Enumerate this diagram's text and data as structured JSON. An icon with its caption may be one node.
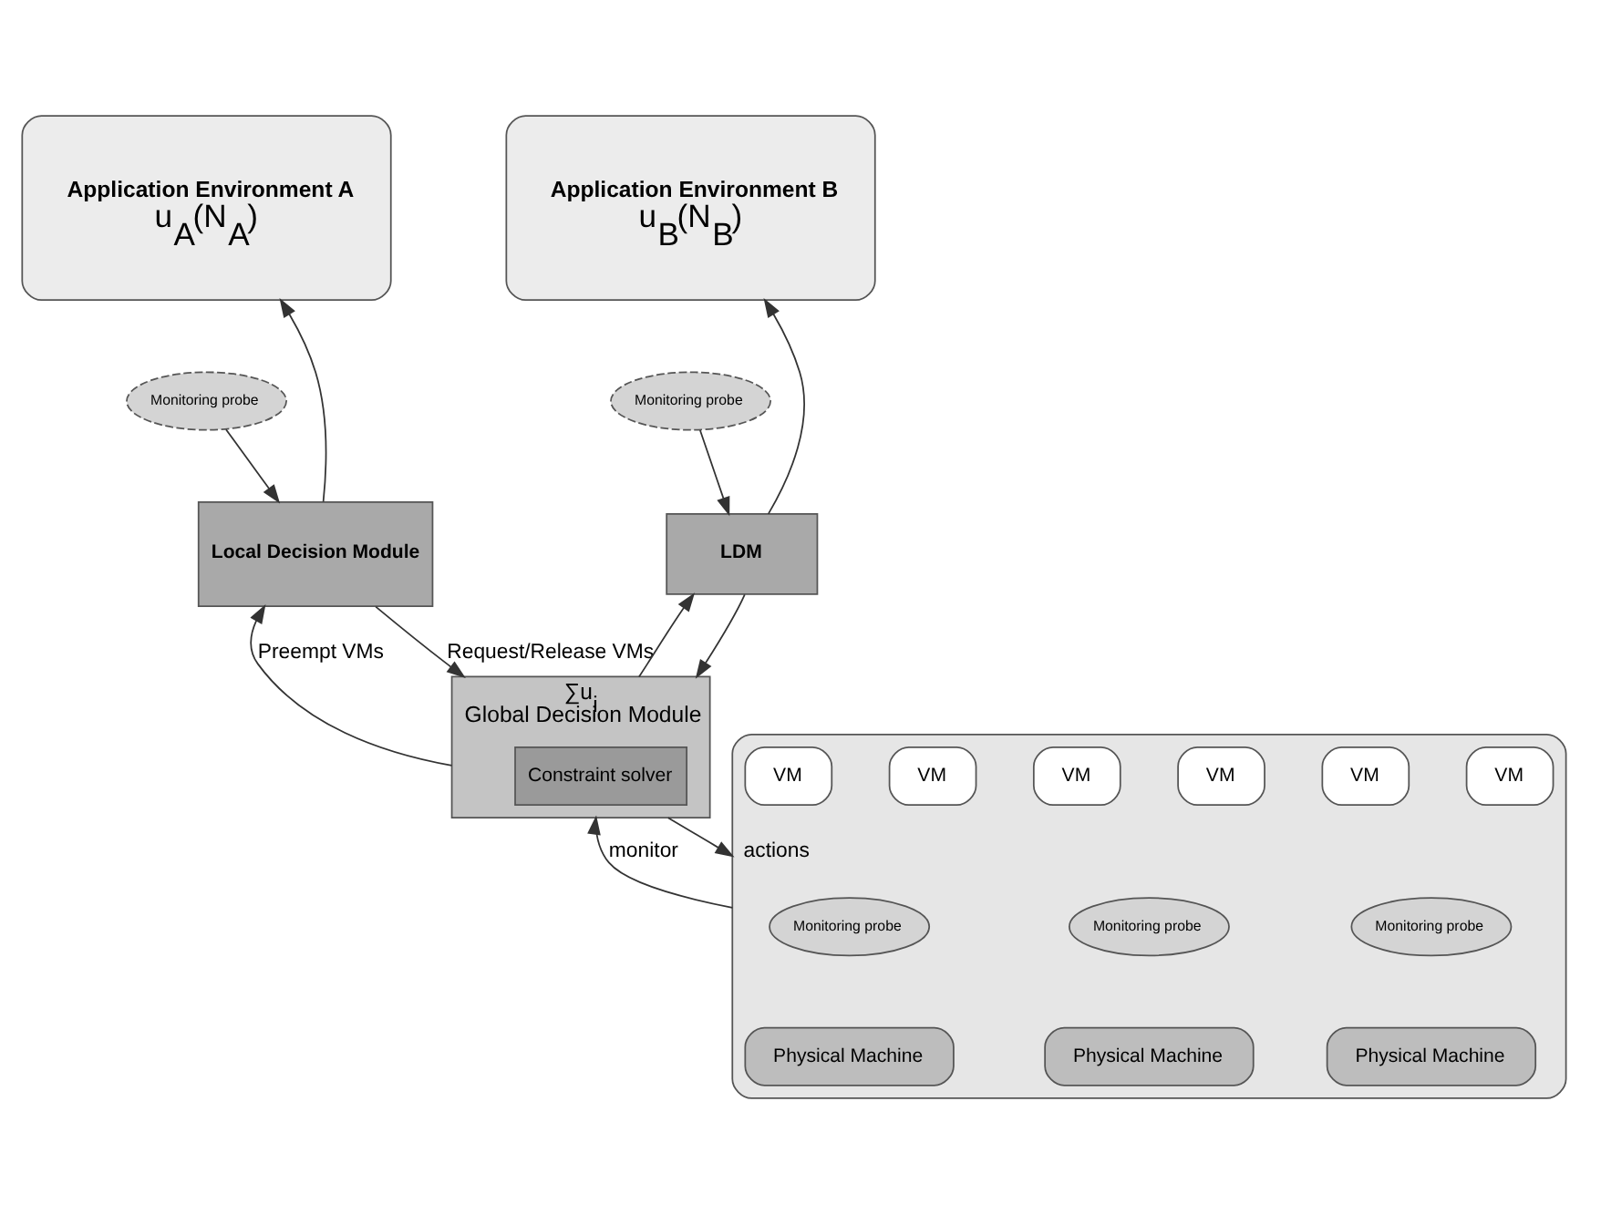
{
  "diagram": {
    "nodes": [
      {
        "text": [
          "Application Environment A",
          "u$_{A}$(N$_{A}$)"
        ]
      },
      {
        "text": [
          "Monitoring probe"
        ]
      },
      {
        "text": [
          "Local Decision Module"
        ]
      },
      {
        "text": [
          "Application Environment B",
          "u$_{B}$(N$_{B}$)"
        ]
      },
      {
        "text": [
          "Monitoring probe"
        ]
      },
      {
        "text": [
          "LDM"
        ]
      },
      {
        "text": [
          "Global Decision Module"
        ],
        "beside": [
          "∑u$_{i}$"
        ]
      },
      {
        "text": [
          "Constraint solver"
        ],
        "in": 6
      },
      {
        "text": [],
        "shape": "box"
      },
      {
        "text": [
          "VM"
        ],
        "in": 8
      },
      {
        "text": [
          "VM"
        ],
        "in": 8
      },
      {
        "text": [
          "Monitoring probe"
        ],
        "in": 8
      },
      {
        "text": [
          "Physical Machine"
        ],
        "in": 8
      },
      {
        "text": [
          "VM"
        ],
        "in": 8
      },
      {
        "text": [
          "VM"
        ],
        "in": 8
      },
      {
        "text": [
          "Monitoring probe"
        ],
        "in": 8
      },
      {
        "text": [
          "Physical Machine"
        ],
        "in": 8
      },
      {
        "text": [
          "VM"
        ],
        "in": 8
      },
      {
        "text": [
          "VM"
        ],
        "in": 8
      },
      {
        "text": [
          "Monitoring probe"
        ],
        "in": 8
      },
      {
        "text": [
          "Physical Machine"
        ],
        "in": 8
      }
    ],
    "edges": [
      {
        "from": 1,
        "to": 2,
        "arrow": "to"
      },
      {
        "from": 2,
        "to": 0,
        "arrow": "to"
      },
      {
        "from": 6,
        "to": 2,
        "label": "Preempt VMs",
        "arrow": "to"
      },
      {
        "from": 2,
        "to": 6,
        "label": "Request/Release VMs",
        "arrow": "to"
      },
      {
        "from": 4,
        "to": 5,
        "arrow": "to"
      },
      {
        "from": 5,
        "to": 3,
        "arrow": "to"
      },
      {
        "from": 6,
        "to": 5,
        "arrow": "to"
      },
      {
        "from": 5,
        "to": 6,
        "arrow": "to"
      },
      {
        "from": 8,
        "to": 6,
        "label": "monitor",
        "arrow": "to"
      },
      {
        "from": 6,
        "to": 8,
        "label": "actions",
        "arrow": "to"
      }
    ]
  }
}
